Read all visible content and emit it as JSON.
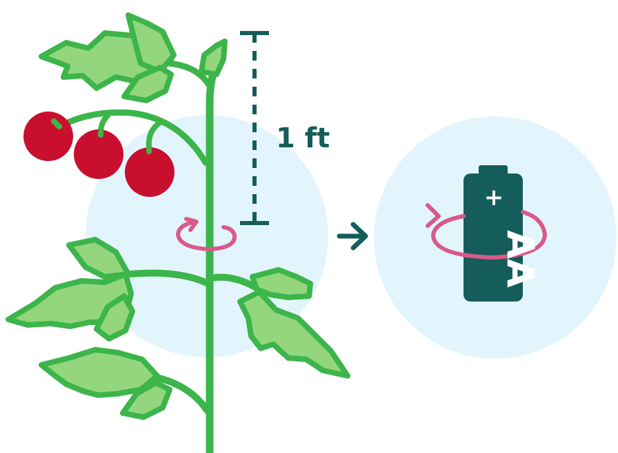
{
  "measurement": {
    "label": "1 ft"
  },
  "battery": {
    "polarity": "+",
    "label": "AA"
  },
  "colors": {
    "stem": "#3cb54a",
    "leaf_fill": "#93d67e",
    "tomato": "#c8102e",
    "circle_bg": "#e3f5fc",
    "teal": "#155d5b",
    "pink": "#d85a8a"
  },
  "icons": [
    "tomato-plant",
    "measure-bracket",
    "wrap-arrow",
    "right-arrow",
    "aa-battery"
  ]
}
